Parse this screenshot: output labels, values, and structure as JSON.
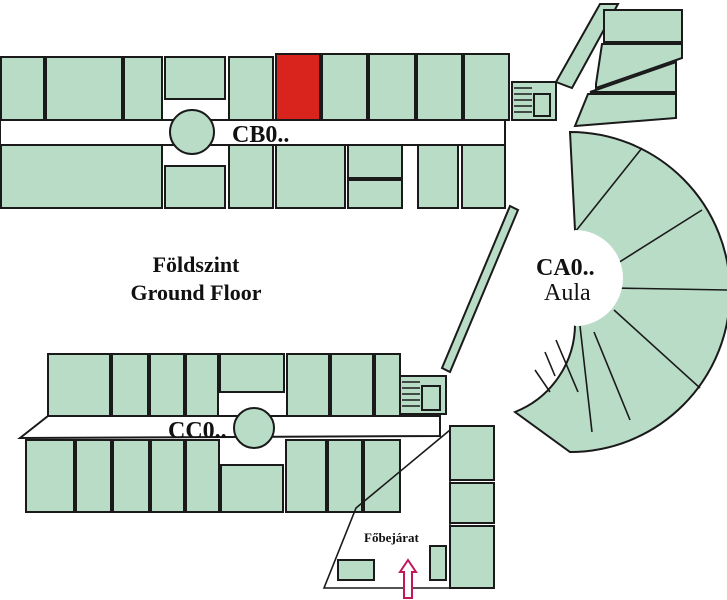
{
  "floor": {
    "name_hu": "Földszint",
    "name_en": "Ground Floor"
  },
  "wings": {
    "cb": "CB0..",
    "cc": "CC0..",
    "ca": "CA0..",
    "aula": "Aula"
  },
  "entrance": {
    "label": "Főbejárat"
  },
  "colors": {
    "room": "#b9dcc7",
    "highlight": "#d9231d",
    "outline": "#1a1a1a",
    "entrance_arrow": "#c0185a"
  }
}
